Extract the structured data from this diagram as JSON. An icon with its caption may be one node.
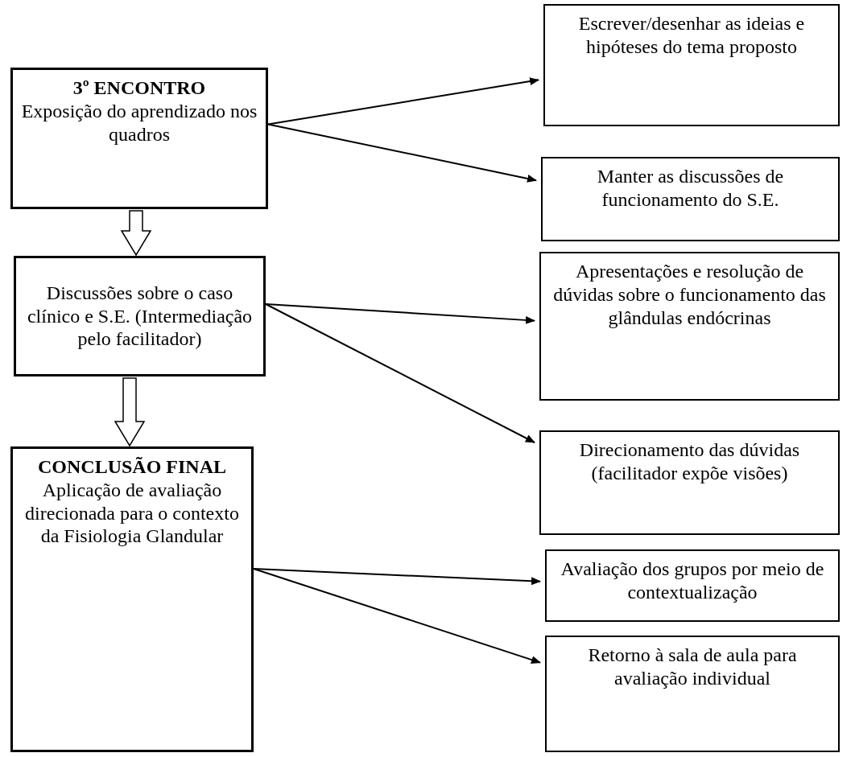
{
  "diagram": {
    "nodes": [
      {
        "text": [
          "3º ENCONTRO",
          "Exposição do aprendizado nos quadros"
        ]
      },
      {
        "text": [
          "Escrever/desenhar as ideias e hipóteses do tema proposto"
        ]
      },
      {
        "text": [
          "Manter as discussões de funcionamento do S.E."
        ]
      },
      {
        "text": [
          "Discussões sobre o caso clínico e S.E. (Intermediação pelo facilitador)"
        ]
      },
      {
        "text": [
          "Apresentações e resolução de dúvidas sobre o funcionamento das glândulas endócrinas"
        ]
      },
      {
        "text": [
          "Direcionamento das dúvidas (facilitador expõe visões)"
        ]
      },
      {
        "text": [
          "CONCLUSÃO FINAL",
          "Aplicação de avaliação direcionada para o contexto da Fisiologia Glandular"
        ]
      },
      {
        "text": [
          "Avaliação dos grupos por meio de contextualização"
        ]
      },
      {
        "text": [
          "Retorno à sala de aula para avaliação individual"
        ]
      }
    ],
    "edges": [
      {
        "from": 0,
        "to": 1,
        "arrow": "to"
      },
      {
        "from": 0,
        "to": 2,
        "arrow": "to"
      },
      {
        "from": 0,
        "to": 3,
        "arrow": "to",
        "style": "thick"
      },
      {
        "from": 3,
        "to": 4,
        "arrow": "to"
      },
      {
        "from": 3,
        "to": 5,
        "arrow": "to"
      },
      {
        "from": 3,
        "to": 6,
        "arrow": "to",
        "style": "thick"
      },
      {
        "from": 6,
        "to": 7,
        "arrow": "to"
      },
      {
        "from": 6,
        "to": 8,
        "arrow": "to"
      }
    ]
  }
}
